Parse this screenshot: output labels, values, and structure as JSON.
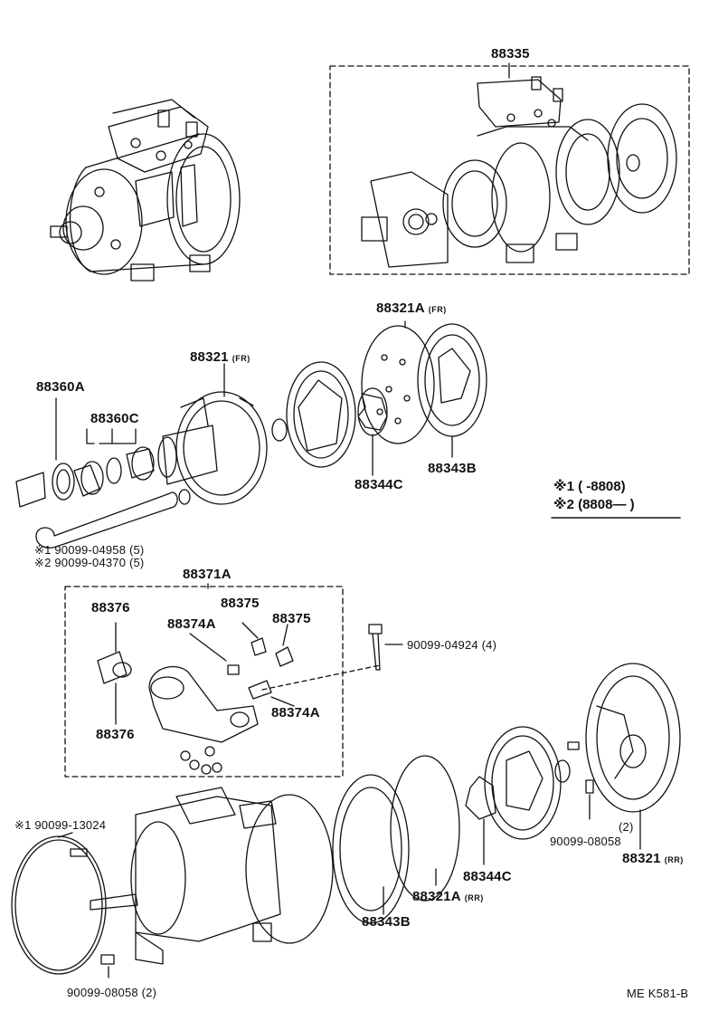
{
  "labels": {
    "kit_88335": "88335",
    "front_housing": "88321",
    "front_housing_tag": "(FR)",
    "front_valve_plate": "88321A",
    "front_valve_plate_tag": "(FR)",
    "seal_88360a": "88360A",
    "seal_88360c": "88360C",
    "reed_88344c_front": "88344C",
    "reed_88343b_front": "88343B",
    "bolt_note_1": "※1 90099-04958 (5)",
    "bolt_note_2": "※2 90099-04370 (5)",
    "valve_assy": "88371A",
    "valve_88376_top": "88376",
    "valve_88376_bottom": "88376",
    "valve_88374a_top": "88374A",
    "valve_88374a_right": "88374A",
    "valve_88375_left": "88375",
    "valve_88375_right": "88375",
    "bolt_90099_04924": "90099-04924 (4)",
    "pin_90099_13024": "※1 90099-13024",
    "pin_90099_08058_right": "90099-08058",
    "pin_90099_08058_right_qty": "(2)",
    "pin_90099_08058_bottom": "90099-08058 (2)",
    "rear_housing": "88321",
    "rear_housing_tag": "(RR)",
    "rear_valve_plate": "88321A",
    "rear_valve_plate_tag": "(RR)",
    "reed_88344c_rear": "88344C",
    "reed_88343b_rear": "88343B",
    "catalog_code": "ME  K581-B"
  },
  "legend": {
    "row1": "※1 (         -8808)",
    "row2": "※2 (8808—         )"
  },
  "colors": {
    "ink": "#111111",
    "paper": "#ffffff"
  }
}
